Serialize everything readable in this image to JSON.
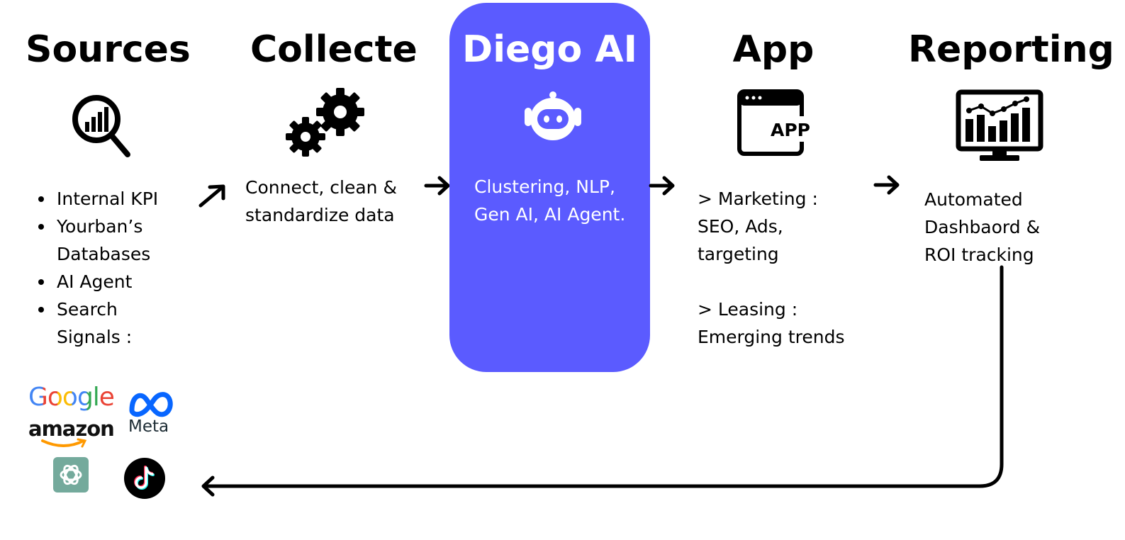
{
  "columns": {
    "sources": {
      "title": "Sources",
      "icon": "magnifier-chart-icon",
      "items": [
        {
          "lines": [
            "Internal KPI"
          ]
        },
        {
          "lines": [
            "Yourban’s",
            "Databases"
          ]
        },
        {
          "lines": [
            "AI Agent"
          ]
        },
        {
          "lines": [
            "Search",
            "Signals :"
          ]
        }
      ],
      "logos": {
        "google": "Google",
        "amazon": "amazon",
        "meta": "Meta"
      }
    },
    "collecte": {
      "title": "Collecte",
      "icon": "gears-icon",
      "text_lines": [
        "Connect, clean &",
        "standardize data"
      ]
    },
    "diego_ai": {
      "title": "Diego AI",
      "icon": "robot-icon",
      "color": "#5b5bff",
      "text_lines": [
        "Clustering, NLP,",
        "Gen AI, AI Agent."
      ]
    },
    "app": {
      "title": "App",
      "icon": "app-window-icon",
      "icon_label": "APP",
      "text_lines": [
        "> Marketing :",
        "SEO, Ads,",
        "targeting",
        "",
        "> Leasing :",
        "Emerging trends"
      ]
    },
    "reporting": {
      "title": "Reporting",
      "icon": "monitor-chart-icon",
      "text_lines": [
        "Automated",
        "Dashbaord &",
        "ROI tracking"
      ]
    }
  }
}
